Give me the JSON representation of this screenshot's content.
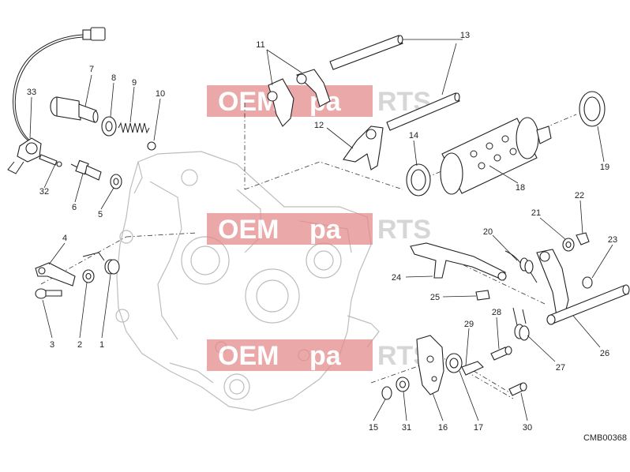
{
  "watermark": {
    "left": "OEM",
    "middle": "pa",
    "right": "RTS"
  },
  "diagram_code": "CMB00368",
  "callouts": [
    "1",
    "2",
    "3",
    "4",
    "5",
    "6",
    "7",
    "8",
    "9",
    "10",
    "11",
    "12",
    "13",
    "14",
    "15",
    "16",
    "17",
    "18",
    "19",
    "20",
    "21",
    "22",
    "23",
    "24",
    "25",
    "26",
    "27",
    "28",
    "29",
    "30",
    "31",
    "32",
    "33"
  ]
}
